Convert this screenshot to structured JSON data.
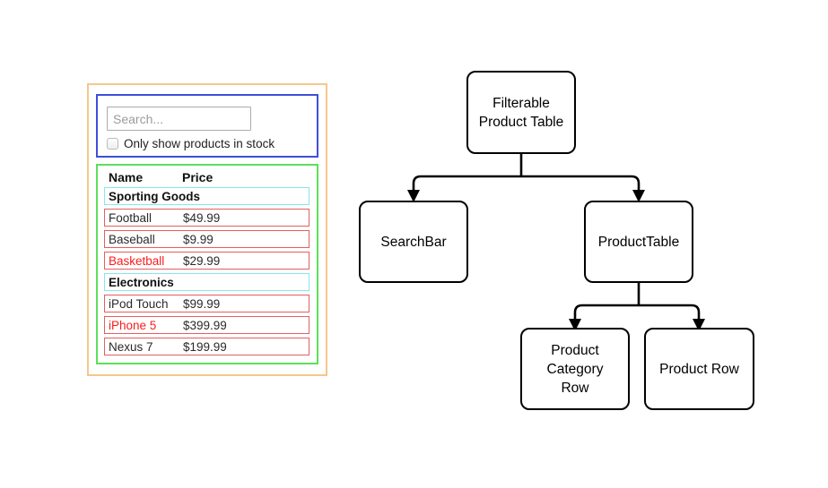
{
  "mockup": {
    "search": {
      "placeholder": "Search...",
      "checkbox_label": "Only show products in stock",
      "checkbox_checked": false
    },
    "table": {
      "columns": [
        "Name",
        "Price"
      ],
      "rows": [
        {
          "type": "category",
          "name": "Sporting Goods"
        },
        {
          "type": "product",
          "name": "Football",
          "price": "$49.99",
          "highlighted": false
        },
        {
          "type": "product",
          "name": "Baseball",
          "price": "$9.99",
          "highlighted": false
        },
        {
          "type": "product",
          "name": "Basketball",
          "price": "$29.99",
          "highlighted": true
        },
        {
          "type": "category",
          "name": "Electronics"
        },
        {
          "type": "product",
          "name": "iPod Touch",
          "price": "$99.99",
          "highlighted": false
        },
        {
          "type": "product",
          "name": "iPhone 5",
          "price": "$399.99",
          "highlighted": true
        },
        {
          "type": "product",
          "name": "Nexus 7",
          "price": "$199.99",
          "highlighted": false
        }
      ]
    },
    "colors": {
      "outer_border": "#F6C78C",
      "filter_border": "#3D4FD9",
      "table_border": "#5CE05C",
      "category_row_border": "#85E8EA",
      "product_row_border": "#E35F5F",
      "highlight_text": "#FB1C1C"
    }
  },
  "diagram": {
    "nodes": [
      {
        "id": "filterable-product-table",
        "label": "Filterable\nProduct Table"
      },
      {
        "id": "search-bar",
        "label": "SearchBar"
      },
      {
        "id": "product-table",
        "label": "ProductTable"
      },
      {
        "id": "product-category-row",
        "label": "Product\nCategory\nRow"
      },
      {
        "id": "product-row",
        "label": "Product Row"
      }
    ],
    "edges": [
      {
        "from": "Filterable Product Table",
        "to": "SearchBar"
      },
      {
        "from": "Filterable Product Table",
        "to": "ProductTable"
      },
      {
        "from": "ProductTable",
        "to": "Product Category Row"
      },
      {
        "from": "ProductTable",
        "to": "Product Row"
      }
    ]
  }
}
